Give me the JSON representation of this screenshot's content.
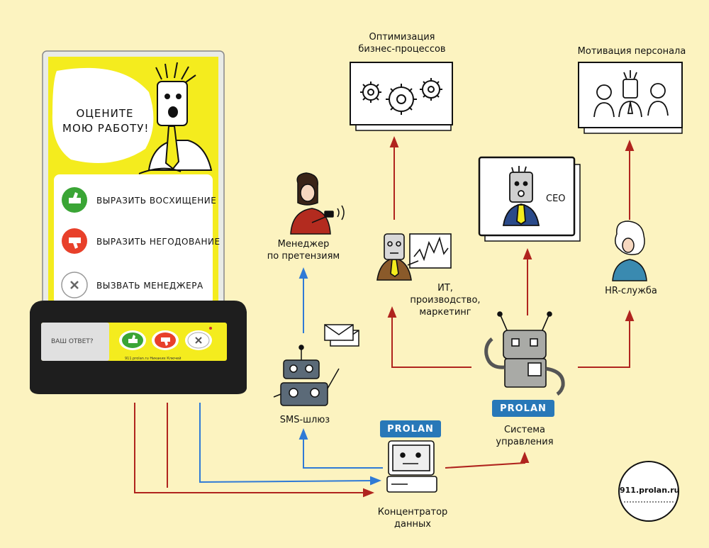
{
  "device": {
    "speech": [
      "ОЦЕНИТЕ",
      "МОЮ РАБОТУ!"
    ],
    "options": [
      {
        "label": "ВЫРАЗИТЬ ВОСХИЩЕНИЕ",
        "color": "#3aa535"
      },
      {
        "label": "ВЫРАЗИТЬ НЕГОДОВАНИЕ",
        "color": "#e8402a"
      },
      {
        "label": "ВЫЗВАТЬ МЕНЕДЖЕРА",
        "color": "#ffffff"
      }
    ],
    "base_label": "ВАШ ОТВЕТ?",
    "base_small_text": "911.prolan.ru  Никаких Ключей"
  },
  "nodes": {
    "optimization": "Оптимизация\nбизнес-процессов",
    "motivation": "Мотивация персонала",
    "ceo": "CEO",
    "manager": "Менеджер\nпо претензиям",
    "it": "ИТ,\nпроизводство,\nмаркетинг",
    "hr": "HR-служба",
    "sms": "SMS-шлюз",
    "system": "Система\nуправления",
    "hub": "Концентратор\nданных"
  },
  "logos": {
    "prolan": "PROLAN"
  },
  "site": "911.prolan.ru",
  "colors": {
    "red_line": "#b0241e",
    "blue_line": "#2f7ad6",
    "yellow": "#f4ec1e"
  }
}
